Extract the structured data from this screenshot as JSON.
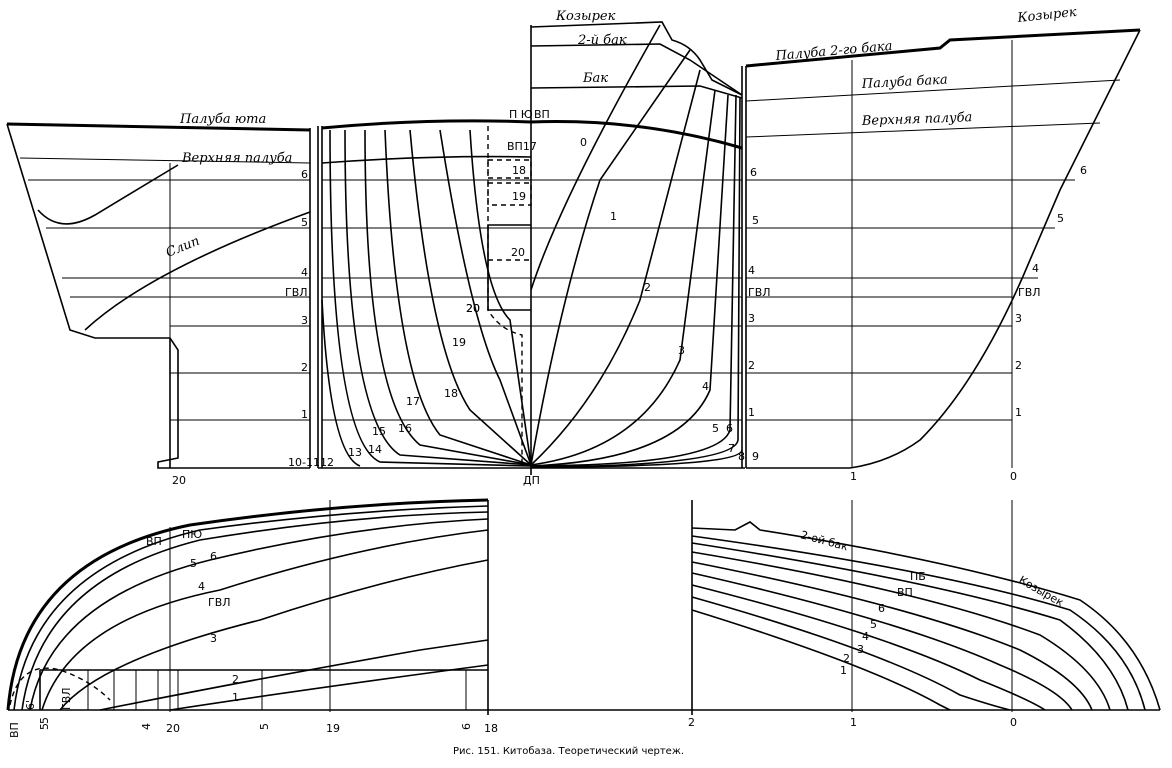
{
  "caption": "Рис. 151. Китобаза. Теоретический чертеж.",
  "profile": {
    "deck_labels": {
      "poop_deck": "Палуба юта",
      "upper_deck_aft": "Верхняя палуба",
      "slip": "Слип",
      "visor_mid": "Козырек",
      "second_fc_mid": "2-й бак",
      "fc_mid": "Бак",
      "visor_fwd": "Козырек",
      "second_fc_deck": "Палуба 2-го бака",
      "fc_deck": "Палуба бака",
      "upper_deck_fwd": "Верхняя палуба"
    },
    "waterlines_aft": [
      "6",
      "5",
      "4",
      "ГВЛ",
      "3",
      "2",
      "1"
    ],
    "waterlines_fwd": [
      "6",
      "5",
      "4",
      "ГВЛ",
      "3",
      "2",
      "1"
    ],
    "waterlines_bow": [
      "6",
      "5",
      "4",
      "ГВЛ",
      "3",
      "2",
      "1"
    ],
    "stations_bottom": [
      "20",
      "1",
      "0"
    ],
    "centerline": "ДП"
  },
  "body_plan": {
    "aft_frames": [
      "20",
      "19",
      "18",
      "17",
      "16",
      "15",
      "14",
      "13",
      "12",
      "10-11"
    ],
    "fwd_frames": [
      "0",
      "1",
      "2",
      "3",
      "4",
      "5",
      "6",
      "7",
      "8",
      "9"
    ],
    "markers": [
      "П Ю",
      "ВП",
      "ВП17",
      "18",
      "19",
      "20",
      "20"
    ]
  },
  "plan_view": {
    "aft_labels": [
      "ВП",
      "ПЮ",
      "5",
      "6",
      "4",
      "ГВЛ",
      "3",
      "2",
      "1",
      "ГВЛ"
    ],
    "aft_stations": [
      "ВП",
      "5",
      "6'",
      "5",
      "4",
      "20",
      "5",
      "19",
      "6",
      "18"
    ],
    "fwd_labels": [
      "2-ой бак",
      "ПБ",
      "ВП",
      "6",
      "5",
      "4",
      "3",
      "2",
      "1",
      "Козырек"
    ],
    "fwd_stations": [
      "2",
      "1",
      "0"
    ]
  }
}
